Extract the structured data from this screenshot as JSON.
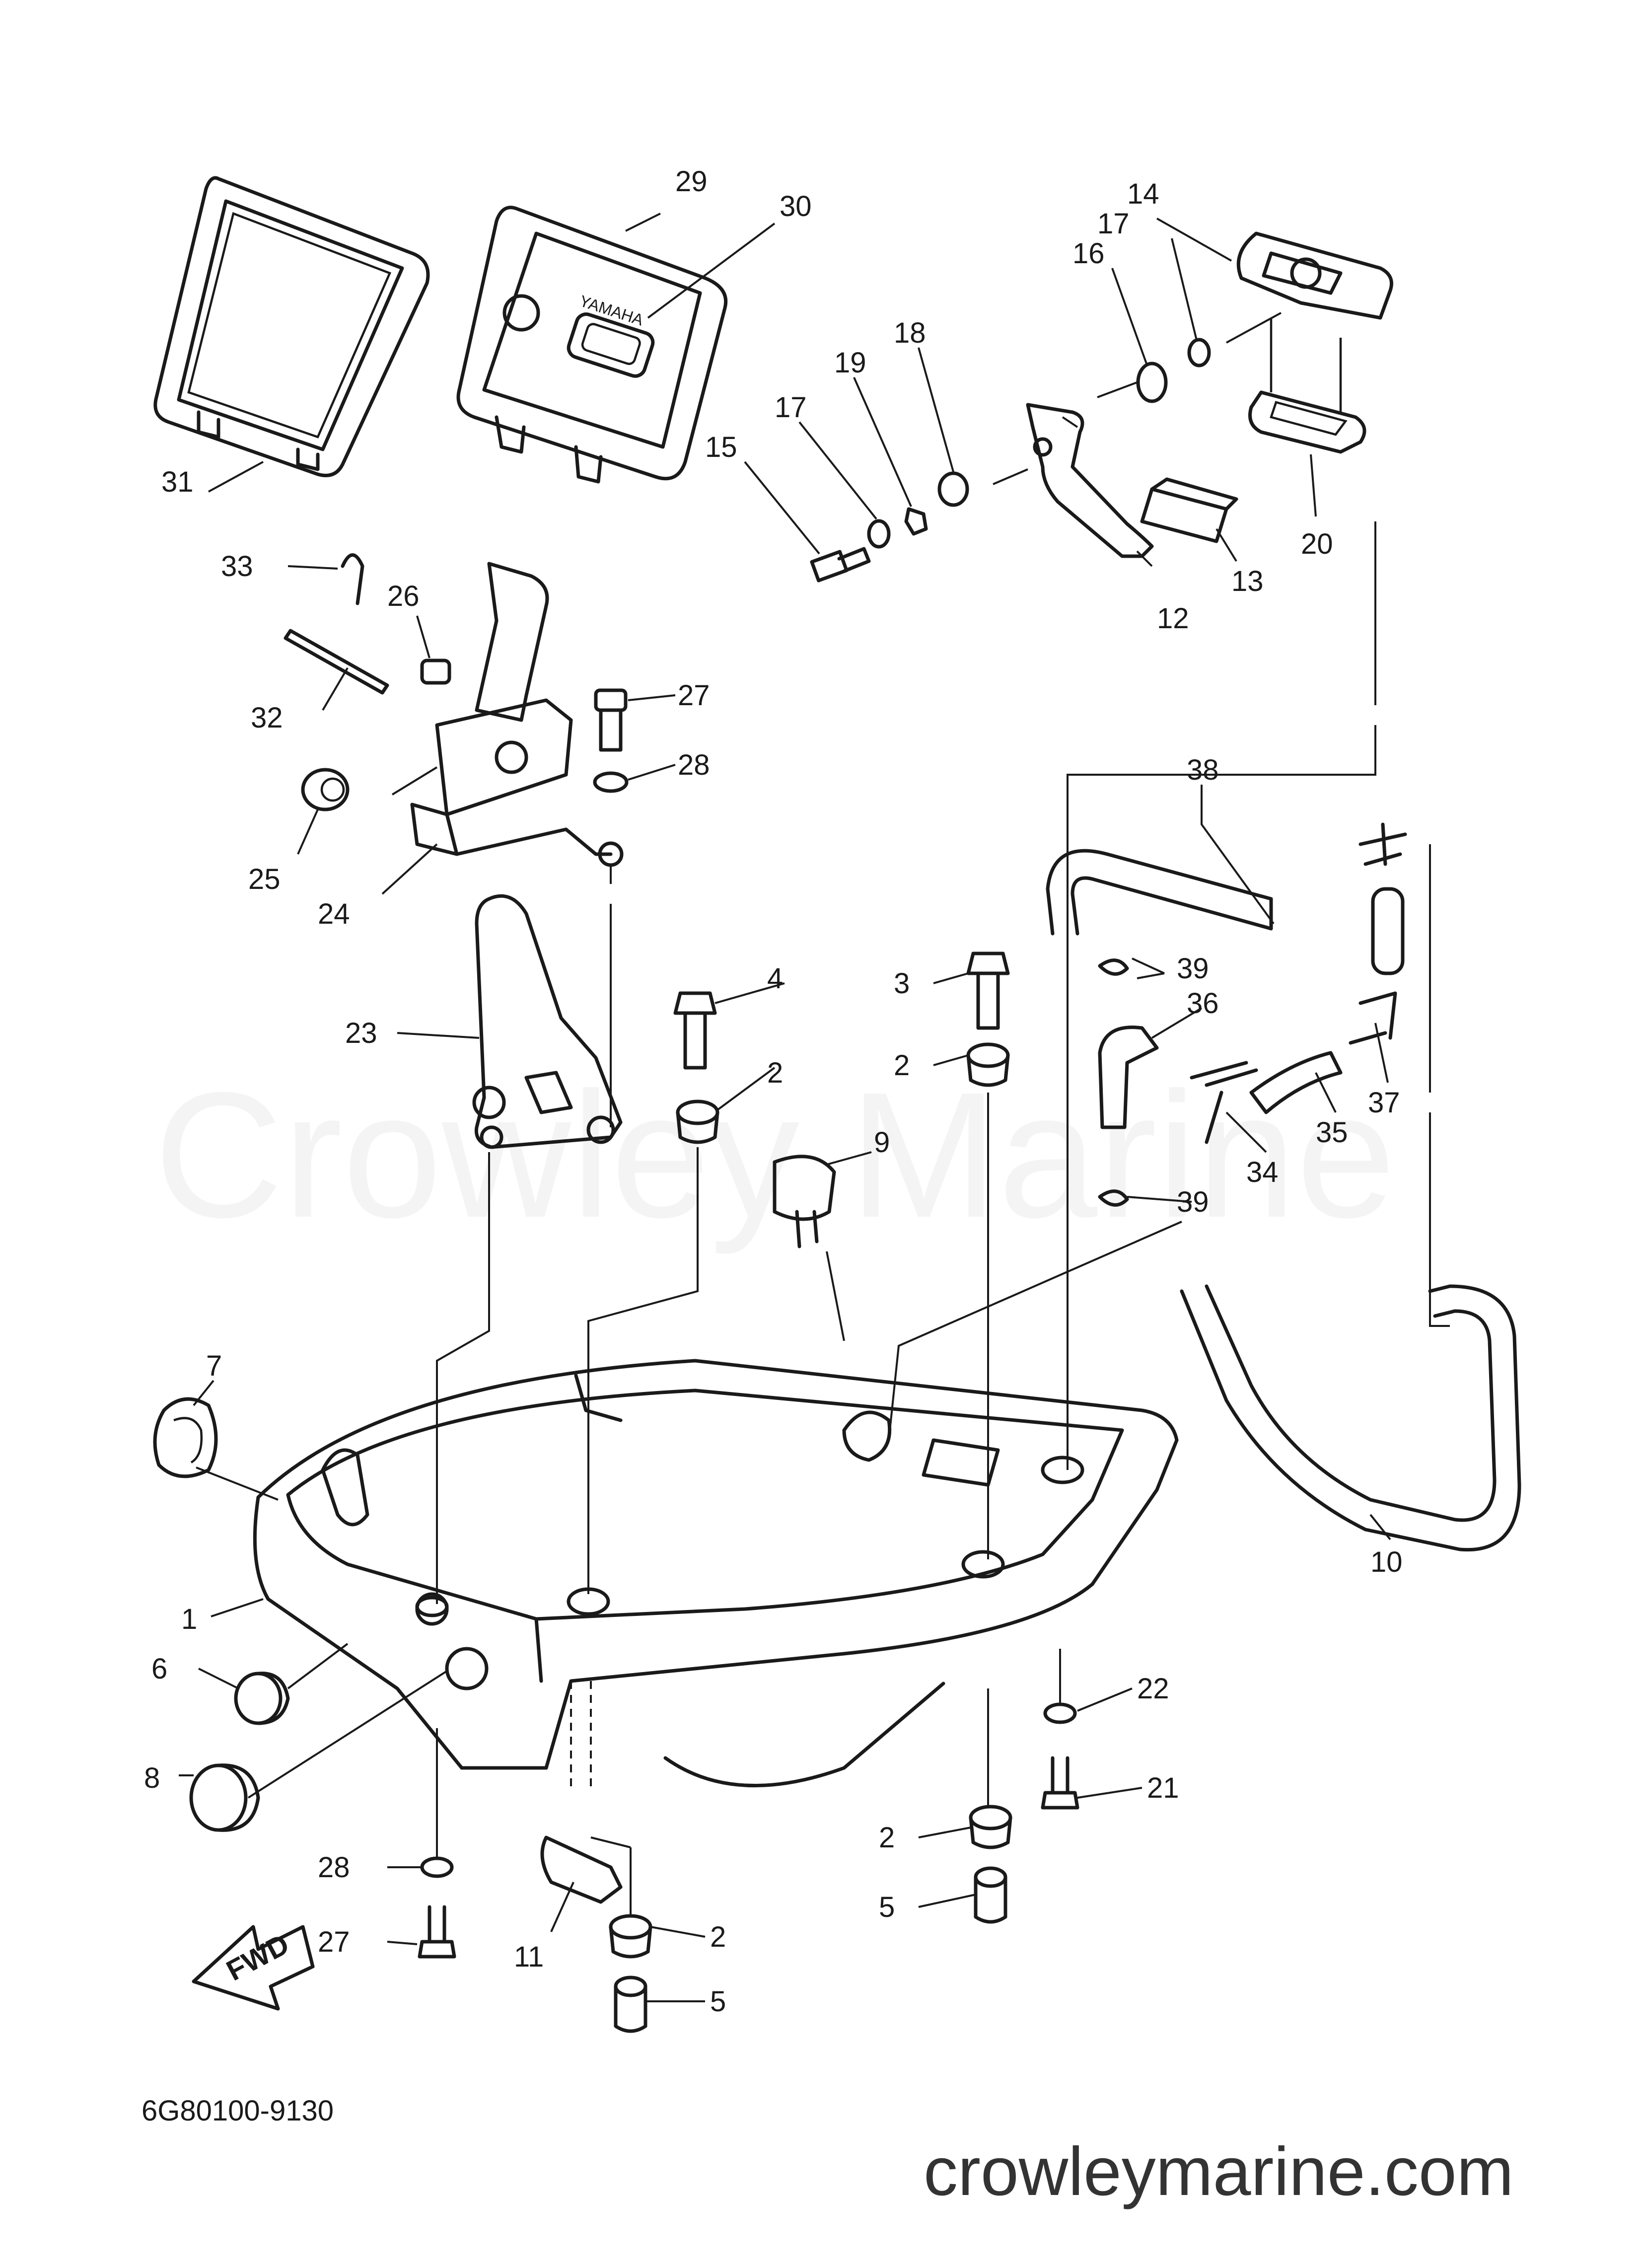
{
  "watermark": "Crowley Marine",
  "site_url": "crowleymarine.com",
  "drawing_code": "6G80100-9130",
  "fwd_label": "FWD",
  "brand_label": "YAMAHA",
  "callouts": [
    {
      "id": "c1",
      "text": "1"
    },
    {
      "id": "c2a",
      "text": "2"
    },
    {
      "id": "c2b",
      "text": "2"
    },
    {
      "id": "c2c",
      "text": "2"
    },
    {
      "id": "c2d",
      "text": "2"
    },
    {
      "id": "c3",
      "text": "3"
    },
    {
      "id": "c4",
      "text": "4"
    },
    {
      "id": "c5a",
      "text": "5"
    },
    {
      "id": "c5b",
      "text": "5"
    },
    {
      "id": "c6",
      "text": "6"
    },
    {
      "id": "c7",
      "text": "7"
    },
    {
      "id": "c8",
      "text": "8"
    },
    {
      "id": "c9",
      "text": "9"
    },
    {
      "id": "c10",
      "text": "10"
    },
    {
      "id": "c11",
      "text": "11"
    },
    {
      "id": "c12",
      "text": "12"
    },
    {
      "id": "c13",
      "text": "13"
    },
    {
      "id": "c14",
      "text": "14"
    },
    {
      "id": "c15",
      "text": "15"
    },
    {
      "id": "c16",
      "text": "16"
    },
    {
      "id": "c17a",
      "text": "17"
    },
    {
      "id": "c17b",
      "text": "17"
    },
    {
      "id": "c18",
      "text": "18"
    },
    {
      "id": "c19",
      "text": "19"
    },
    {
      "id": "c20",
      "text": "20"
    },
    {
      "id": "c21",
      "text": "21"
    },
    {
      "id": "c22",
      "text": "22"
    },
    {
      "id": "c23",
      "text": "23"
    },
    {
      "id": "c24",
      "text": "24"
    },
    {
      "id": "c25",
      "text": "25"
    },
    {
      "id": "c26",
      "text": "26"
    },
    {
      "id": "c27a",
      "text": "27"
    },
    {
      "id": "c27b",
      "text": "27"
    },
    {
      "id": "c28a",
      "text": "28"
    },
    {
      "id": "c28b",
      "text": "28"
    },
    {
      "id": "c29",
      "text": "29"
    },
    {
      "id": "c30",
      "text": "30"
    },
    {
      "id": "c31",
      "text": "31"
    },
    {
      "id": "c32",
      "text": "32"
    },
    {
      "id": "c33",
      "text": "33"
    },
    {
      "id": "c34",
      "text": "34"
    },
    {
      "id": "c35",
      "text": "35"
    },
    {
      "id": "c36",
      "text": "36"
    },
    {
      "id": "c37",
      "text": "37"
    },
    {
      "id": "c38",
      "text": "38"
    },
    {
      "id": "c39a",
      "text": "39"
    },
    {
      "id": "c39b",
      "text": "39"
    }
  ]
}
